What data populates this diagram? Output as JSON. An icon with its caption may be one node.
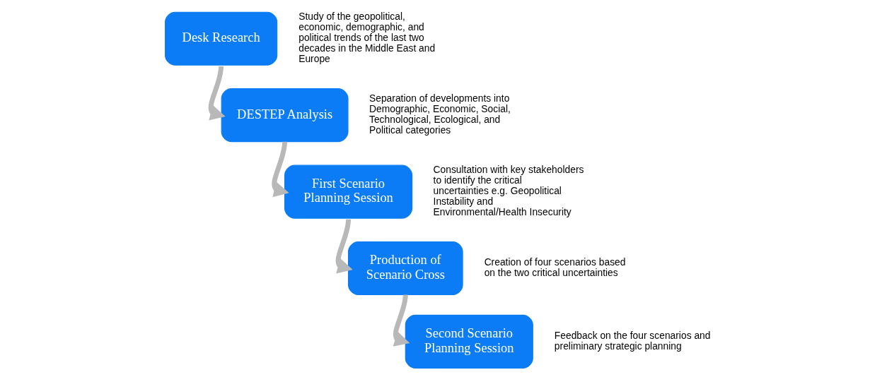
{
  "diagram": {
    "nodes": [
      {
        "text": [
          "Desk Research"
        ],
        "beside": [
          "Study of the geopolitical, economic, demographic, and political trends of the last two decades in the Middle East and Europe"
        ]
      },
      {
        "text": [
          "DESTEP Analysis"
        ],
        "beside": [
          "Separation of developments into Demographic, Economic, Social, Technological, Ecological, and Political categories"
        ]
      },
      {
        "text": [
          "First Scenario Planning Session"
        ],
        "beside": [
          "Consultation with key stakeholders to identify the critical uncertainties e.g. Geopolitical Instability and Environmental/Health Insecurity"
        ]
      },
      {
        "text": [
          "Production of Scenario Cross"
        ],
        "beside": [
          "Creation of four scenarios based on the two critical uncertainties"
        ]
      },
      {
        "text": [
          "Second Scenario Planning Session"
        ],
        "beside": [
          "Feedback on the four scenarios and preliminary strategic planning"
        ]
      }
    ],
    "edges": [
      {
        "from": 0,
        "to": 1,
        "arrow": "to"
      },
      {
        "from": 1,
        "to": 2,
        "arrow": "to"
      },
      {
        "from": 2,
        "to": 3,
        "arrow": "to"
      },
      {
        "from": 3,
        "to": 4,
        "arrow": "to"
      }
    ]
  }
}
